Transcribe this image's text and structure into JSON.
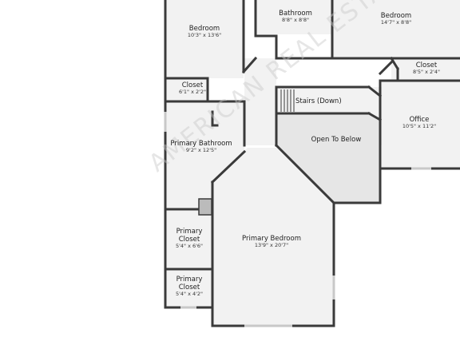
{
  "watermark": "AMERICAN REAL ESTATE",
  "colors": {
    "wall": "#3a3a3a",
    "floor": "#f2f2f2",
    "open_area": "#e6e6e6",
    "window": "#c8c8c8"
  },
  "rooms": {
    "bedroom_left": {
      "name": "Bedroom",
      "dim": "10'3\" x 13'6\""
    },
    "bathroom": {
      "name": "Bathroom",
      "dim": "8'8\" x 8'8\""
    },
    "bedroom_right": {
      "name": "Bedroom",
      "dim": "14'7\" x 8'8\""
    },
    "closet_right": {
      "name": "Closet",
      "dim": "8'5\" x 2'4\""
    },
    "closet_left": {
      "name": "Closet",
      "dim": "6'1\" x 2'2\""
    },
    "stairs": {
      "name": "Stairs (Down)"
    },
    "office": {
      "name": "Office",
      "dim": "10'5\" x 11'2\""
    },
    "open_below": {
      "name": "Open To Below"
    },
    "primary_bathroom": {
      "name": "Primary Bathroom",
      "dim": "9'2\" x 12'5\""
    },
    "primary_closet_1": {
      "name": "Primary Closet",
      "dim": "5'4\" x 6'6\""
    },
    "primary_bedroom": {
      "name": "Primary Bedroom",
      "dim": "13'9\" x 20'7\""
    },
    "primary_closet_2": {
      "name": "Primary Closet",
      "dim": "5'4\" x 4'2\""
    }
  }
}
